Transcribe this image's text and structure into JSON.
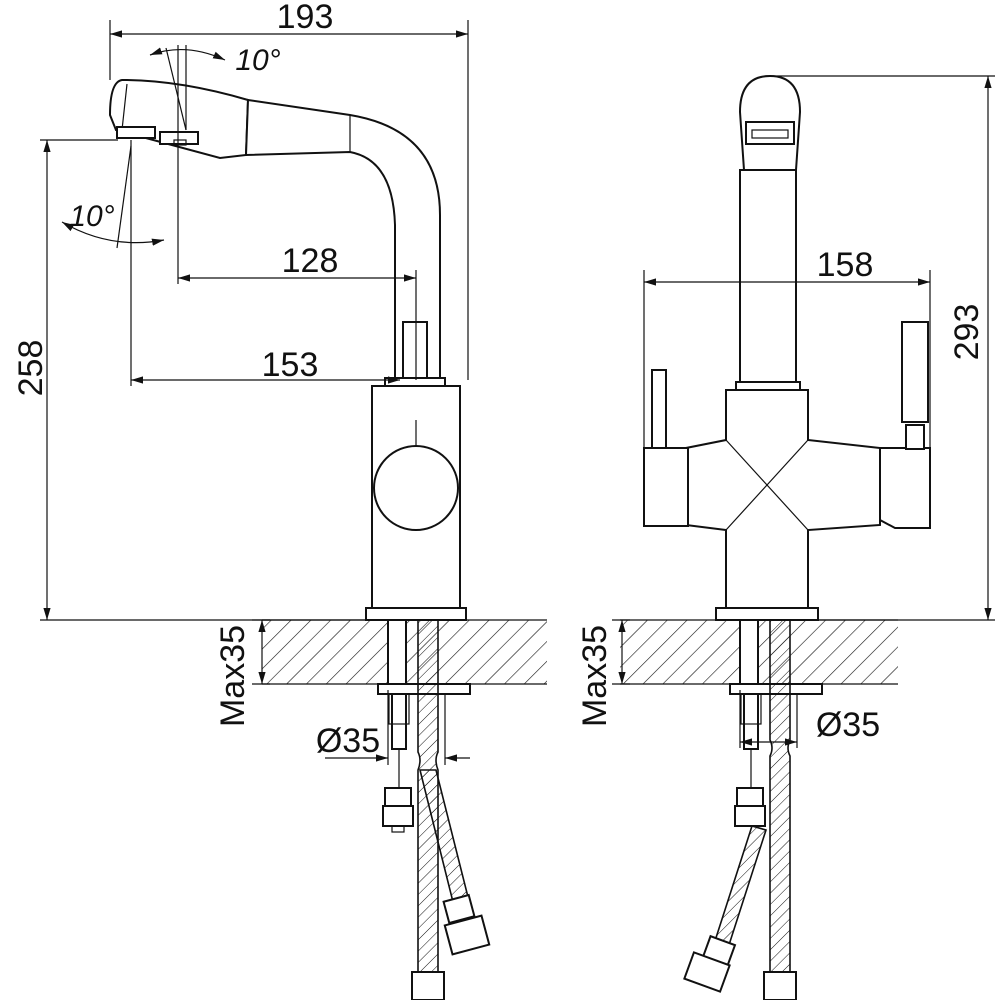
{
  "dimensions": {
    "total_reach": "193",
    "spout_reach_128": "128",
    "spout_reach_153": "153",
    "height_258": "258",
    "width_158": "158",
    "height_293": "293",
    "max_counter_left": "Max35",
    "max_counter_right": "Max35",
    "hole_dia_left": "Ø35",
    "hole_dia_right": "Ø35",
    "angle_top": "10°",
    "angle_bottom": "10°"
  },
  "colors": {
    "line": "#111111",
    "background": "#ffffff"
  }
}
